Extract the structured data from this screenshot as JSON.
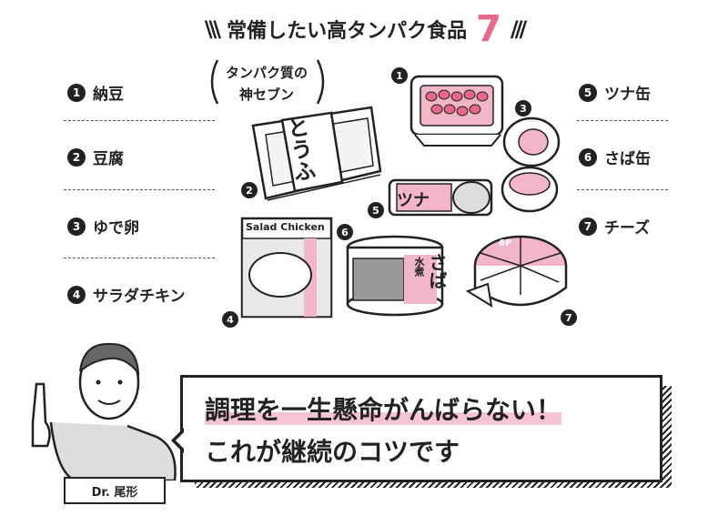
{
  "title": {
    "slashes_left": "\\\\\\",
    "text": "常備したい高タンパク食品",
    "number": "7",
    "slashes_right": "///"
  },
  "catchphrase": {
    "line1": "タンパク質の",
    "line2": "神セブン"
  },
  "list_left": [
    {
      "num": "1",
      "label": "納豆"
    },
    {
      "num": "2",
      "label": "豆腐"
    },
    {
      "num": "3",
      "label": "ゆで卵"
    },
    {
      "num": "4",
      "label": "サラダチキン"
    }
  ],
  "list_right": [
    {
      "num": "5",
      "label": "ツナ缶"
    },
    {
      "num": "6",
      "label": "さば缶"
    },
    {
      "num": "7",
      "label": "チーズ"
    }
  ],
  "illustrations": {
    "tofu_label": "とうふ",
    "tuna_label": "ツナ",
    "chicken_label": "Salad Chicken",
    "saba_label": "さば",
    "saba_sub": "水煮",
    "cheese_label": "6P"
  },
  "speech": {
    "line1": "調理を一生懸命がんばらない！",
    "line2": "これが継続のコツです"
  },
  "doctor": {
    "name": "Dr. 尾形"
  },
  "colors": {
    "accent": "#e8678a",
    "pink_fill": "#f2b6c8",
    "ink": "#222222"
  }
}
